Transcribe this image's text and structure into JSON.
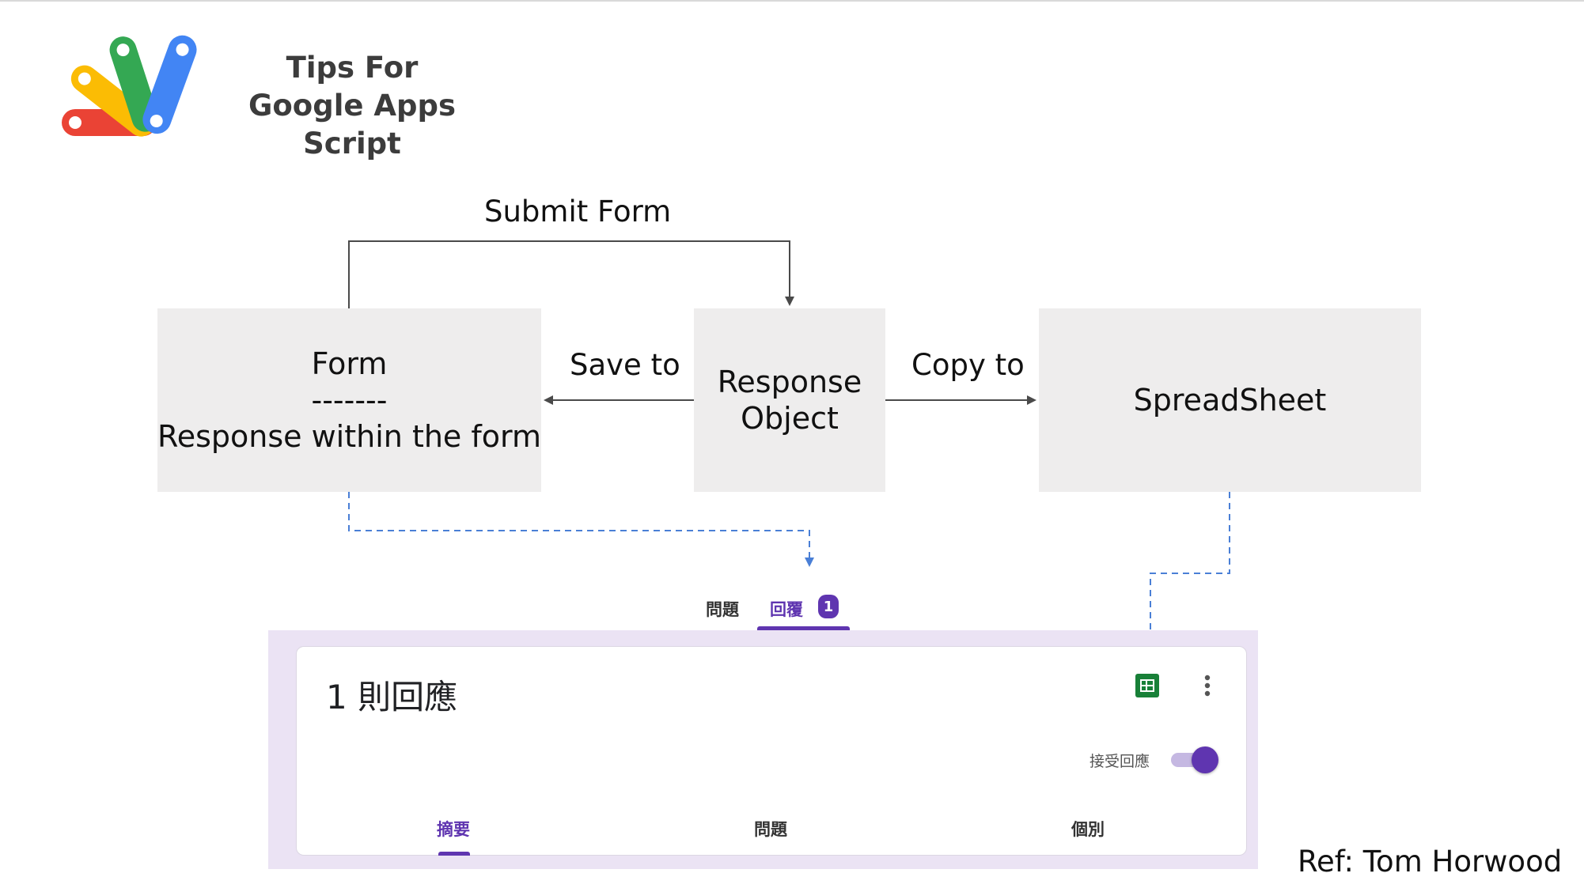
{
  "brand": {
    "title_line1": "Tips For",
    "title_line2": "Google Apps Script",
    "logo_icon": "google-apps-script-logo",
    "logo_colors": [
      "#ea4335",
      "#fbbc04",
      "#34a853",
      "#4285f4"
    ]
  },
  "diagram": {
    "nodes": {
      "form": {
        "title": "Form",
        "separator": "-------",
        "subtitle": "Response within the form"
      },
      "response": {
        "line1": "Response",
        "line2": "Object"
      },
      "sheet": {
        "title": "SpreadSheet"
      }
    },
    "edges": {
      "submit": "Submit Form",
      "save": "Save to",
      "copy": "Copy to"
    },
    "colors": {
      "box": "#eeeded",
      "arrow": "#4a4a4a",
      "dashed": "#4a7fd6"
    }
  },
  "forms_ui": {
    "tabs": {
      "questions": "問題",
      "responses": "回覆",
      "badge": "1"
    },
    "count_title": "1 則回應",
    "accept_label": "接受回應",
    "subtabs": {
      "summary": "摘要",
      "question": "問題",
      "individual": "個別"
    },
    "icons": {
      "sheets": "google-sheets-icon",
      "more": "more-vert-icon"
    },
    "colors": {
      "accent": "#5f35b0",
      "panel": "#ebe3f4",
      "sheets": "#188038"
    }
  },
  "footer": {
    "ref": "Ref: Tom Horwood"
  }
}
